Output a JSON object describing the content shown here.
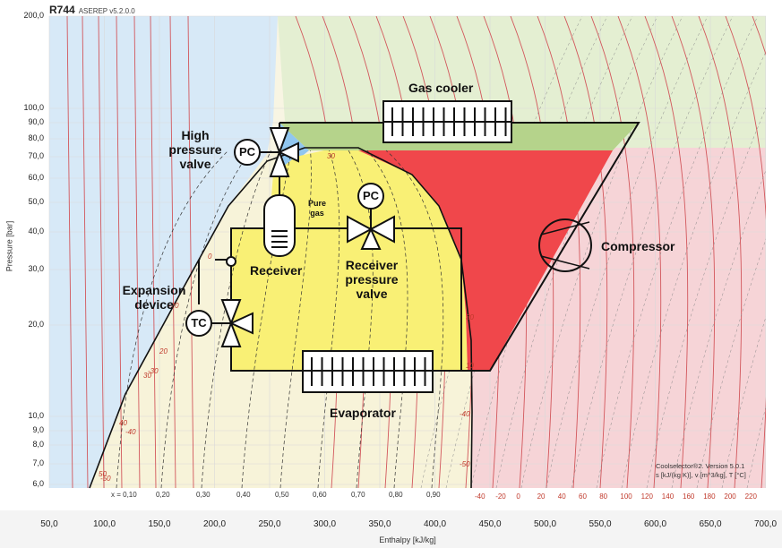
{
  "header": {
    "refrigerant": "R744",
    "version": "ASEREP v5.2.0.0"
  },
  "y_axis": {
    "label": "Pressure [bar]",
    "ticks": [
      "200,0",
      "100,0",
      "90,0",
      "80,0",
      "70,0",
      "60,0",
      "50,0",
      "40,0",
      "30,0",
      "20,0",
      "10,0",
      "9,0",
      "8,0",
      "7,0",
      "6,0"
    ]
  },
  "x_axis": {
    "label": "Enthalpy [kJ/kg]",
    "ticks": [
      "50,0",
      "100,0",
      "150,0",
      "200,0",
      "250,0",
      "300,0",
      "350,0",
      "400,0",
      "450,0",
      "500,0",
      "550,0",
      "600,0",
      "650,0",
      "700,0"
    ]
  },
  "quality_labels": [
    "x = 0,10",
    "0,20",
    "0,30",
    "0,40",
    "0,50",
    "0,60",
    "0,70",
    "0,80",
    "0,90"
  ],
  "temperature_scale": [
    "-40",
    "-20",
    "0",
    "20",
    "40",
    "60",
    "80",
    "100",
    "120",
    "140",
    "160",
    "180",
    "200",
    "220"
  ],
  "isotherm_labels": [
    "50",
    "40",
    "30",
    "20",
    "-20",
    "-30",
    "-40",
    "-50",
    "0",
    "30",
    "-40",
    "-50",
    "10",
    "30"
  ],
  "components": {
    "gas_cooler": "Gas cooler",
    "high_pressure_valve": [
      "High",
      "pressure",
      "valve"
    ],
    "pc_high": "PC",
    "receiver": "Receiver",
    "pure_gas": [
      "Pure",
      "gas"
    ],
    "pc_receiver": "PC",
    "receiver_pressure_valve": [
      "Receiver",
      "pressure",
      "valve"
    ],
    "compressor": "Compressor",
    "expansion_device": [
      "Expansion",
      "device"
    ],
    "tc": "TC",
    "evaporator": "Evaporator"
  },
  "info_box": {
    "line1": "Coolselector®2. Version 5.0.1",
    "line2": "s [kJ/(kg K)], v [m^3/kg], T [°C]"
  },
  "colors": {
    "subcooled_blue": "#d7e9f7",
    "two_phase_yellow_light": "#f7f3d9",
    "two_phase_yellow": "#f9f075",
    "superheat_pink": "#f7d1d4",
    "supercritical_green": "#e4efd2",
    "gas_cooler_green": "#b5d38b",
    "red_region": "#f0474b",
    "isotherm_red": "#c9373d"
  }
}
